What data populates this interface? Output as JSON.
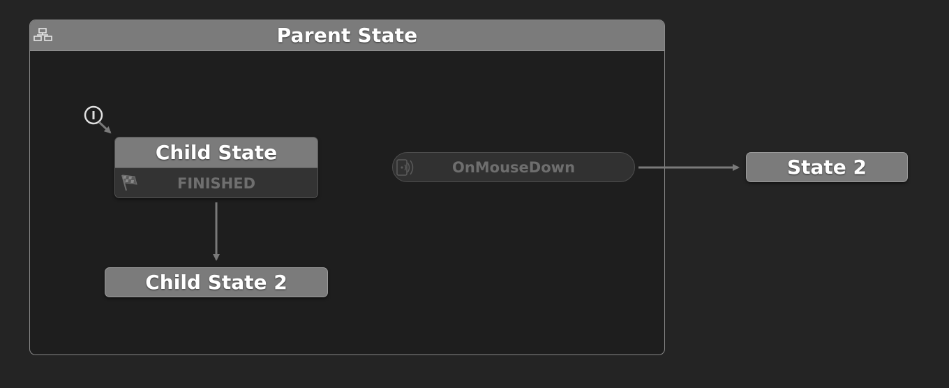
{
  "parent_state": {
    "title": "Parent State",
    "icon": "hierarchy-icon"
  },
  "child_state": {
    "title": "Child State",
    "event": "FINISHED",
    "event_icon": "checkered-flag-icon"
  },
  "child_state_2": {
    "title": "Child State 2"
  },
  "global_transition": {
    "event": "OnMouseDown",
    "icon": "broadcast-icon"
  },
  "state_2": {
    "title": "State 2"
  },
  "colors": {
    "background": "#242424",
    "parent_body": "#1e1e1e",
    "state_header": "#7b7b7b",
    "arrow": "#7a7a7a",
    "disabled_text": "#6f6f6f"
  }
}
